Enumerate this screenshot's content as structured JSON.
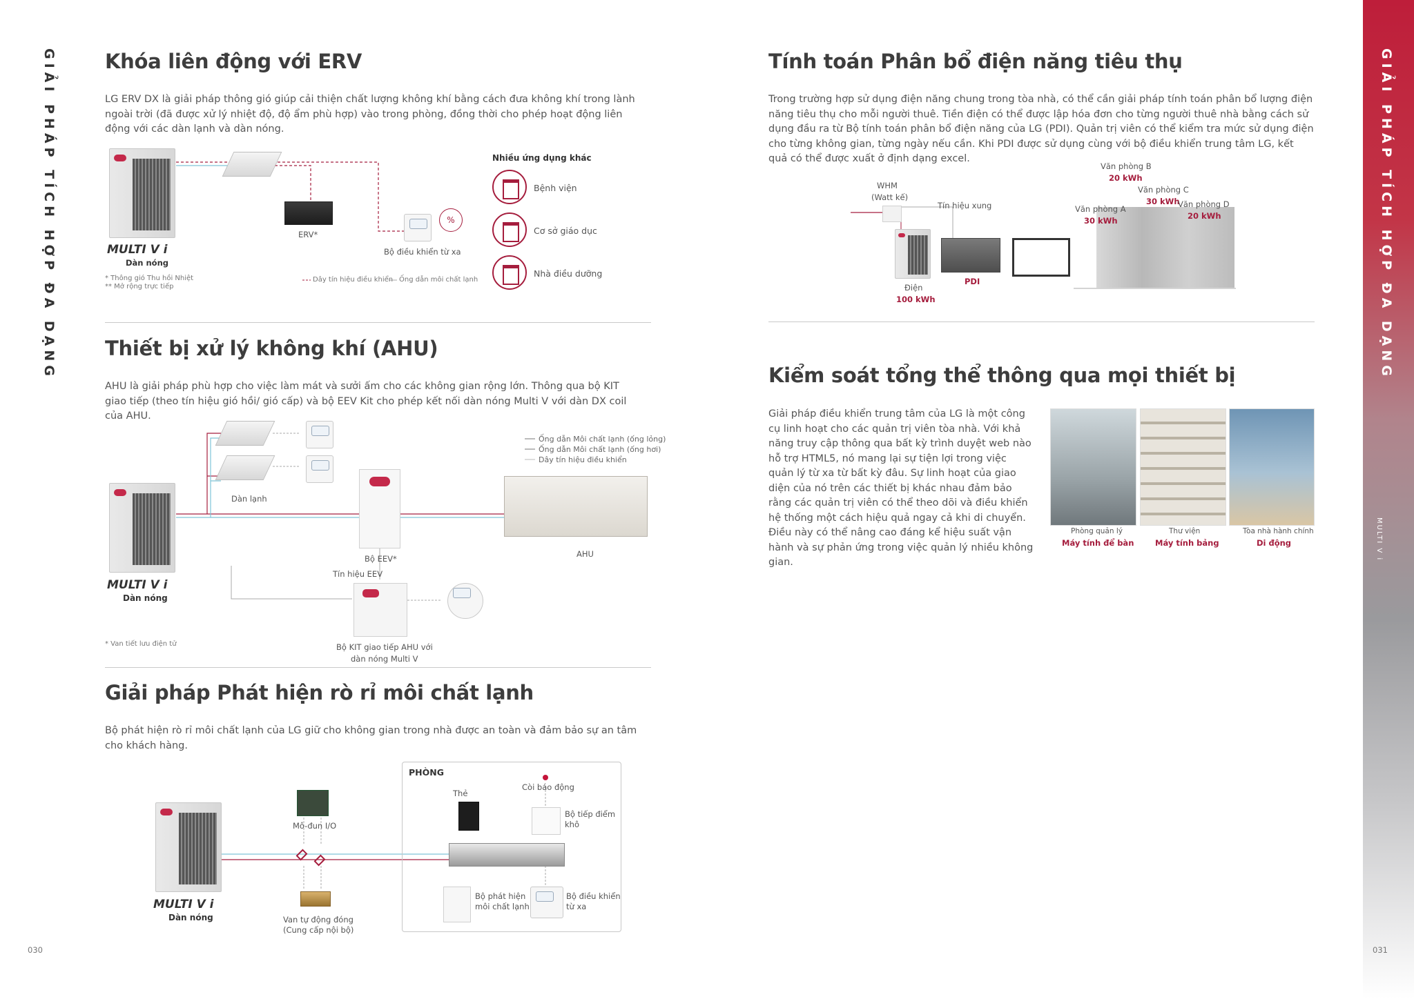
{
  "left_page": {
    "side_title": "GIẢI PHÁP TÍCH HỢP ĐA DẠNG",
    "page_number": "030",
    "erv": {
      "title": "Khóa liên động với ERV",
      "body": "LG ERV DX là giải pháp thông gió giúp cải thiện chất lượng không khí bằng cách đưa không khí trong lành ngoài trời (đã được xử lý nhiệt độ, độ ẩm phù hợp) vào trong phòng, đồng thời cho phép hoạt động liên động với các dàn lạnh và dàn nóng.",
      "brand": "MULTI V i",
      "outdoor_label": "Dàn nóng",
      "erv_label": "ERV*",
      "remote_label": "Bộ điều khiển từ xa",
      "note1": "* Thông gió Thu hồi Nhiệt",
      "note2": "** Mở rộng trực tiếp",
      "legend_signal": "Dây tín hiệu điều khiển",
      "legend_pipe": "Ống dẫn môi chất lạnh",
      "apps_title": "Nhiều ứng dụng khác",
      "apps": [
        "Bệnh viện",
        "Cơ sở giáo dục",
        "Nhà điều dưỡng"
      ]
    },
    "ahu": {
      "title": "Thiết bị xử lý không khí (AHU)",
      "body": "AHU là giải pháp phù hợp cho việc làm mát và sưởi ấm cho các không gian rộng lớn. Thông qua bộ KIT giao tiếp (theo tín hiệu gió hồi/ gió cấp) và bộ EEV Kit cho phép kết nối dàn nóng Multi V với dàn DX coil của AHU.",
      "legend": [
        "Ống dẫn Môi chất lạnh (ống lỏng)",
        "Ống dẫn Môi chất lạnh (ống hơi)",
        "Dây tín hiệu điều khiển"
      ],
      "indoor_label": "Dàn lạnh",
      "eev_label": "Bộ EEV*",
      "eev_signal": "Tín hiệu EEV",
      "ahu_label": "AHU",
      "brand": "MULTI V i",
      "outdoor_label": "Dàn nóng",
      "note": "* Van tiết lưu điện tử",
      "kit_label1": "Bộ KIT giao tiếp AHU với",
      "kit_label2": "dàn nóng Multi V"
    },
    "leak": {
      "title": "Giải pháp Phát hiện rò rỉ môi chất lạnh",
      "body": "Bộ phát hiện rò rỉ môi chất lạnh của LG giữ cho không gian trong nhà được an toàn và đảm bảo sự an tâm cho khách hàng.",
      "room_label": "PHÒNG",
      "card": "Thẻ",
      "alarm": "Còi báo động",
      "dry_contact1": "Bộ tiếp điểm",
      "dry_contact2": "khô",
      "io_module": "Mô-đun I/O",
      "brand": "MULTI V i",
      "outdoor_label": "Dàn nóng",
      "valve1": "Van tự động đóng",
      "valve2": "(Cung cấp nội bộ)",
      "detector1": "Bộ phát hiện",
      "detector2": "môi chất lạnh",
      "remote1": "Bộ điều khiển",
      "remote2": "từ xa"
    }
  },
  "right_page": {
    "side_title": "GIẢI PHÁP TÍCH HỢP ĐA DẠNG",
    "side_sub": "MULTI V i",
    "page_number": "031",
    "pdi": {
      "title": "Tính toán Phân bổ điện năng tiêu thụ",
      "body": "Trong trường hợp sử dụng điện năng chung trong tòa nhà, có thể cần giải pháp tính toán phân bổ lượng điện năng tiêu thụ cho mỗi người thuê. Tiền điện có thể được lập hóa đơn cho từng người thuê nhà bằng cách sử dụng đầu ra từ Bộ tính toán phân bổ điện năng của LG (PDI). Quản trị viên có thể kiểm tra mức sử dụng điện cho từng không gian, từng ngày nếu cần. Khi PDI được sử dụng cùng với bộ điều khiển trung tâm LG, kết quả có thể được xuất ở định dạng excel.",
      "whm1": "WHM",
      "whm2": "(Watt kế)",
      "pulse": "Tín hiệu xung",
      "power": "Điện",
      "power_val": "100 kWh",
      "pdi_label": "PDI",
      "offices": [
        {
          "name": "Văn phòng A",
          "value": "30 kWh"
        },
        {
          "name": "Văn phòng B",
          "value": "20 kWh"
        },
        {
          "name": "Văn phòng C",
          "value": "30 kWh"
        },
        {
          "name": "Văn phòng D",
          "value": "20 kWh"
        }
      ]
    },
    "control": {
      "title": "Kiểm soát tổng thể thông qua mọi thiết bị",
      "body": "Giải pháp điều khiển trung tâm của LG là một công cụ linh hoạt cho các quản trị viên tòa nhà. Với khả năng truy cập thông qua bất kỳ trình duyệt web nào hỗ trợ HTML5, nó mang lại sự tiện lợi trong việc quản lý từ xa từ bất kỳ đâu. Sự linh hoạt của giao diện của nó trên các thiết bị khác nhau đảm bảo rằng các quản trị viên có thể theo dõi và điều khiển hệ thống một cách hiệu quả ngay cả khi di chuyển. Điều này có thể nâng cao đáng kể hiệu suất vận hành và sự phản ứng trong việc quản lý nhiều không gian.",
      "photos": [
        {
          "place": "Phòng quản lý",
          "device": "Máy tính để bàn"
        },
        {
          "place": "Thư viện",
          "device": "Máy tính bảng"
        },
        {
          "place": "Tòa nhà hành chính",
          "device": "Di động"
        }
      ]
    }
  },
  "colors": {
    "accent": "#a51d3d",
    "pipe_blue": "#7fc4d8",
    "text": "#3d3d3d"
  }
}
